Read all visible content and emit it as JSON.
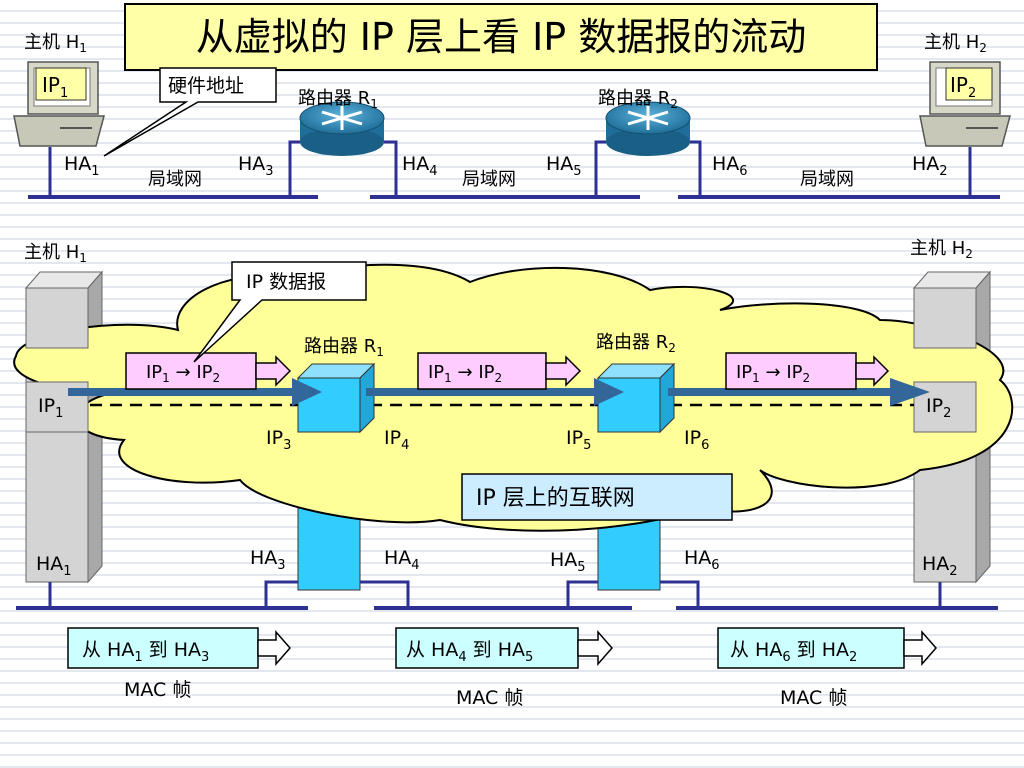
{
  "title": "从虚拟的 IP 层上看 IP 数据报的流动",
  "top": {
    "host1_label": "主机 H",
    "host1_sub": "1",
    "host2_label": "主机 H",
    "host2_sub": "2",
    "host1_ip": "IP",
    "host1_ip_sub": "1",
    "host2_ip": "IP",
    "host2_ip_sub": "2",
    "hw_callout": "硬件地址",
    "router1_label": "路由器 R",
    "router1_sub": "1",
    "router2_label": "路由器 R",
    "router2_sub": "2",
    "lan_label": "局域网",
    "ha_prefix": "HA",
    "ha": [
      {
        "sub": "1"
      },
      {
        "sub": "3"
      },
      {
        "sub": "4"
      },
      {
        "sub": "5"
      },
      {
        "sub": "6"
      },
      {
        "sub": "2"
      }
    ]
  },
  "bottom": {
    "host1_label": "主机 H",
    "host1_sub": "1",
    "host2_label": "主机 H",
    "host2_sub": "2",
    "datagram_callout": "IP 数据报",
    "router1_label": "路由器 R",
    "router1_sub": "1",
    "router2_label": "路由器 R",
    "router2_sub": "2",
    "packet_prefix": "IP",
    "packet_src_sub": "1",
    "packet_arrow": " → IP",
    "packet_dst_sub": "2",
    "ip_prefix": "IP",
    "ip_labels": [
      {
        "sub": "1"
      },
      {
        "sub": "3"
      },
      {
        "sub": "4"
      },
      {
        "sub": "5"
      },
      {
        "sub": "6"
      },
      {
        "sub": "2"
      }
    ],
    "internet_label": "IP 层上的互联网",
    "ha_prefix": "HA",
    "ha": [
      {
        "sub": "1"
      },
      {
        "sub": "3"
      },
      {
        "sub": "4"
      },
      {
        "sub": "5"
      },
      {
        "sub": "6"
      },
      {
        "sub": "2"
      }
    ],
    "frames": [
      {
        "from": "从 HA",
        "from_sub": "1",
        "to": " 到 HA",
        "to_sub": "3"
      },
      {
        "from": "从 HA",
        "from_sub": "4",
        "to": " 到 HA",
        "to_sub": "5"
      },
      {
        "from": "从 HA",
        "from_sub": "6",
        "to": " 到 HA",
        "to_sub": "2"
      }
    ],
    "mac_frame_label": "MAC 帧"
  },
  "colors": {
    "title_bg": "#ffffa8",
    "lan_line": "#2e3192",
    "cloud": "#ffff99",
    "packet_box": "#ffccff",
    "frame_box": "#ccffff",
    "internet_box": "#ccecff",
    "router_cube": "#33ccff",
    "flow_arrow": "#336699"
  },
  "icons": [
    "computer-icon",
    "router-icon",
    "host-stack-icon",
    "router-cube-icon",
    "flow-arrow-icon",
    "hollow-arrow-icon"
  ]
}
